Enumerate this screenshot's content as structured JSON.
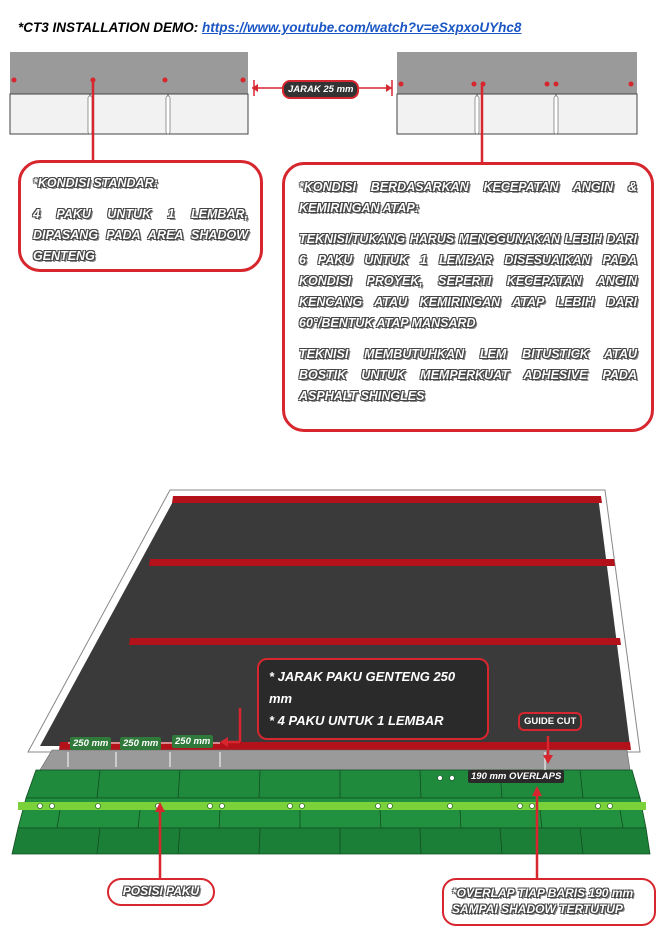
{
  "demo": {
    "label": "*CT3 INSTALLATION DEMO: ",
    "url": "https://www.youtube.com/watch?v=eSxpxoUYhc8"
  },
  "spacing_tag": "JARAK 25 mm",
  "callout_standard": {
    "title": "*KONDISI STANDAR:",
    "body": "4 PAKU UNTUK 1 LEMBAR, DIPASANG PADA AREA SHADOW GENTENG"
  },
  "callout_wind": {
    "title": "*KONDISI BERDASARKAN KECEPATAN ANGIN & KEMIRINGAN ATAP:",
    "body1": "TEKNISI/TUKANG HARUS MENGGUNAKAN LEBIH DARI 6 PAKU UNTUK 1 LEMBAR DISESUAIKAN PADA KONDISI PROYEK, SEPERTI KECEPATAN ANGIN KENCANG ATAU KEMIRINGAN ATAP LEBIH DARI 60°/BENTUK ATAP MANSARD",
    "body2": "TEKNISI MEMBUTUHKAN LEM BITUSTICK ATAU BOSTIK UNTUK MEMPERKUAT ADHESIVE PADA ASPHALT SHINGLES"
  },
  "nail_info": {
    "line1": "* JARAK PAKU GENTENG 250 mm",
    "line2": "* 4 PAKU UNTUK 1 LEMBAR"
  },
  "dimensions": [
    "250 mm",
    "250 mm",
    "250 mm"
  ],
  "guide_cut": "GUIDE CUT",
  "overlap_tag": "190 mm OVERLAPS",
  "nail_position": "POSISI PAKU",
  "overlap_note": {
    "line1": "*OVERLAP TIAP BARIS 190 mm",
    "line2": "SAMPAI SHADOW TERTUTUP"
  },
  "colors": {
    "accent_red": "#d7262e",
    "roof_dark": "#3a3a3a",
    "shingle_green": "#1f8a3c",
    "shingle_gray": "#9a9a9a"
  }
}
